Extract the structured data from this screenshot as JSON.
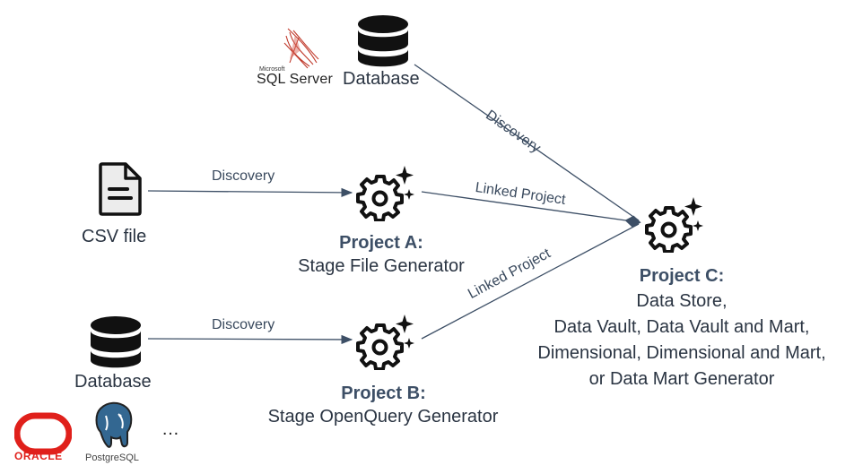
{
  "nodes": {
    "sql_server": {
      "logo_top": "Microsoft",
      "logo_text": "SQL Server",
      "label": "Database"
    },
    "csv": {
      "label": "CSV file"
    },
    "database_b": {
      "label": "Database"
    },
    "project_a": {
      "title": "Project A:",
      "subtitle": "Stage File Generator"
    },
    "project_b": {
      "title": "Project B:",
      "subtitle": "Stage OpenQuery Generator"
    },
    "project_c": {
      "title": "Project C:",
      "lines": [
        "Data Store,",
        "Data Vault, Data Vault and Mart,",
        "Dimensional, Dimensional and Mart,",
        "or Data Mart Generator"
      ]
    }
  },
  "edges": {
    "sql_to_c": "Discovery",
    "csv_to_a": "Discovery",
    "a_to_c": "Linked Project",
    "db_to_b": "Discovery",
    "b_to_c": "Linked Project"
  },
  "logos": {
    "oracle": "ORACLE",
    "postgres": "PostgreSQL",
    "more": "…"
  },
  "colors": {
    "edge": "#3d4f66",
    "icon": "#111111",
    "oracle": "#e0201b",
    "postgres": "#336791",
    "sqlserver": "#c0392b"
  }
}
